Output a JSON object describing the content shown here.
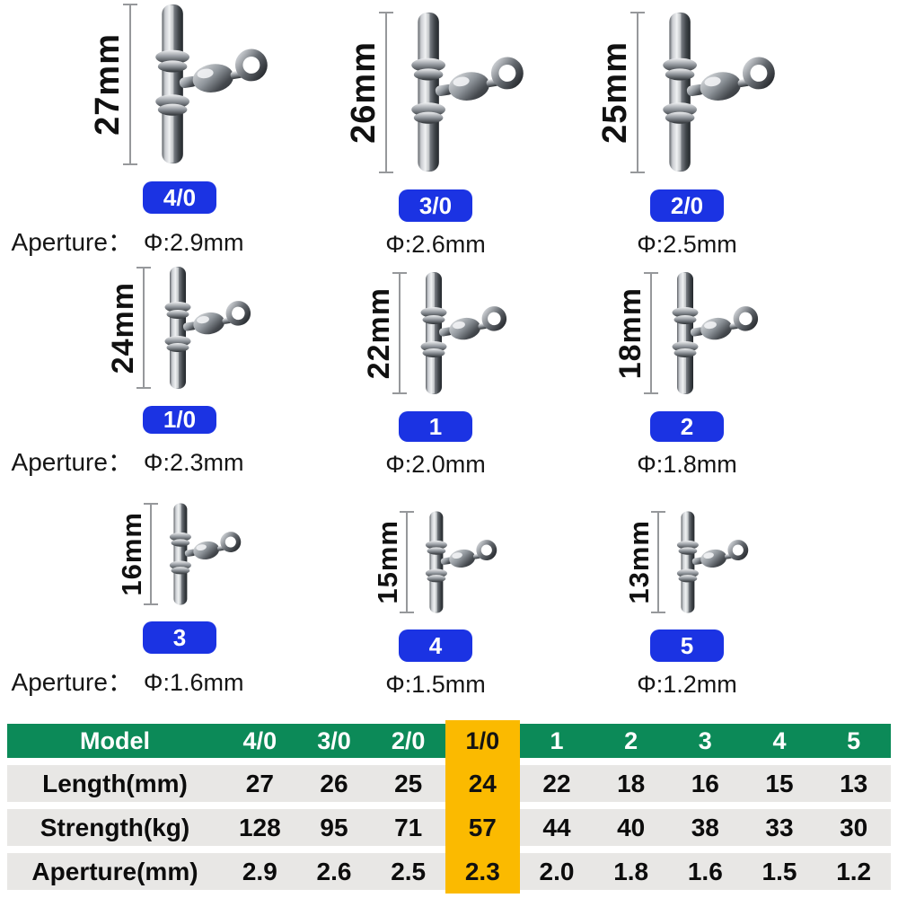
{
  "colors": {
    "badge_blue": "#1b33e3",
    "table_header_green": "#0c8a58",
    "highlight_yellow": "#fbba00",
    "table_row_gray": "#e8e7e5"
  },
  "products": [
    {
      "size": "27mm",
      "model": "4/0",
      "aperture_label": "Aperture：",
      "aperture": "Φ:2.9mm"
    },
    {
      "size": "26mm",
      "model": "3/0",
      "aperture": "Φ:2.6mm"
    },
    {
      "size": "25mm",
      "model": "2/0",
      "aperture": "Φ:2.5mm"
    },
    {
      "size": "24mm",
      "model": "1/0",
      "aperture_label": "Aperture：",
      "aperture": "Φ:2.3mm"
    },
    {
      "size": "22mm",
      "model": "1",
      "aperture": "Φ:2.0mm"
    },
    {
      "size": "18mm",
      "model": "2",
      "aperture": "Φ:1.8mm"
    },
    {
      "size": "16mm",
      "model": "3",
      "aperture_label": "Aperture：",
      "aperture": "Φ:1.6mm"
    },
    {
      "size": "15mm",
      "model": "4",
      "aperture": "Φ:1.5mm"
    },
    {
      "size": "13mm",
      "model": "5",
      "aperture": "Φ:1.2mm"
    }
  ],
  "table": {
    "highlighted_column": "1/0",
    "header": [
      "Model",
      "4/0",
      "3/0",
      "2/0",
      "1/0",
      "1",
      "2",
      "3",
      "4",
      "5"
    ],
    "rows": [
      {
        "label": "Length(mm)",
        "values": [
          "27",
          "26",
          "25",
          "24",
          "22",
          "18",
          "16",
          "15",
          "13"
        ]
      },
      {
        "label": "Strength(kg)",
        "values": [
          "128",
          "95",
          "71",
          "57",
          "44",
          "40",
          "38",
          "33",
          "30"
        ]
      },
      {
        "label": "Aperture(mm)",
        "values": [
          "2.9",
          "2.6",
          "2.5",
          "2.3",
          "2.0",
          "1.8",
          "1.6",
          "1.5",
          "1.2"
        ]
      }
    ]
  }
}
